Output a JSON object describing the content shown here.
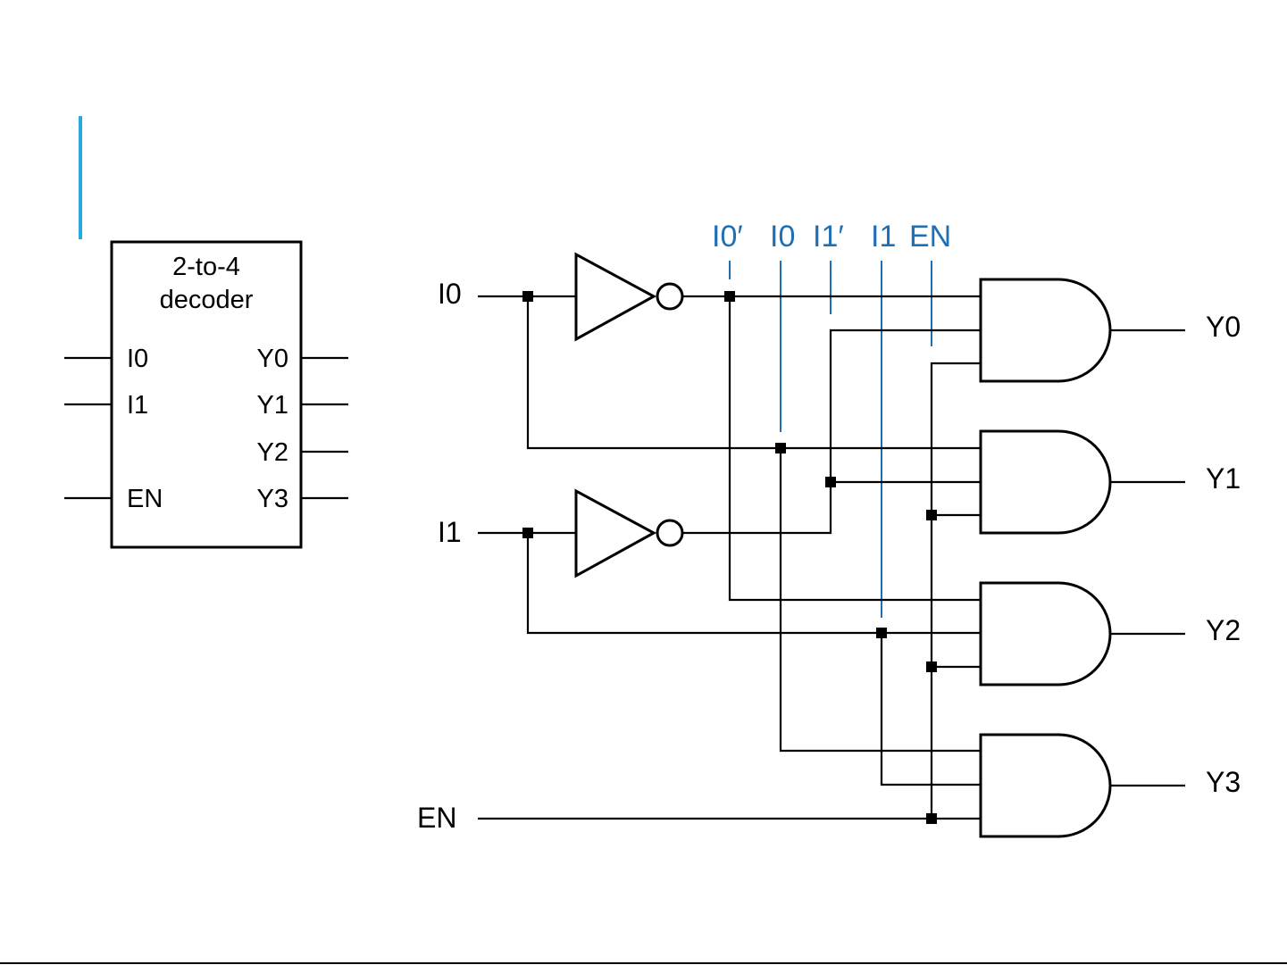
{
  "block": {
    "title_line1": "2-to-4",
    "title_line2": "decoder",
    "inputs": [
      "I0",
      "I1",
      "EN"
    ],
    "outputs": [
      "Y0",
      "Y1",
      "Y2",
      "Y3"
    ]
  },
  "circuit": {
    "inputs": [
      "I0",
      "I1",
      "EN"
    ],
    "bus_labels": [
      "I0′",
      "I0",
      "I1′",
      "I1",
      "EN"
    ],
    "outputs": [
      "Y0",
      "Y1",
      "Y2",
      "Y3"
    ]
  },
  "colors": {
    "accent_blue": "#1f6fb5",
    "accent_bar": "#29a9e1",
    "line": "#000000"
  }
}
